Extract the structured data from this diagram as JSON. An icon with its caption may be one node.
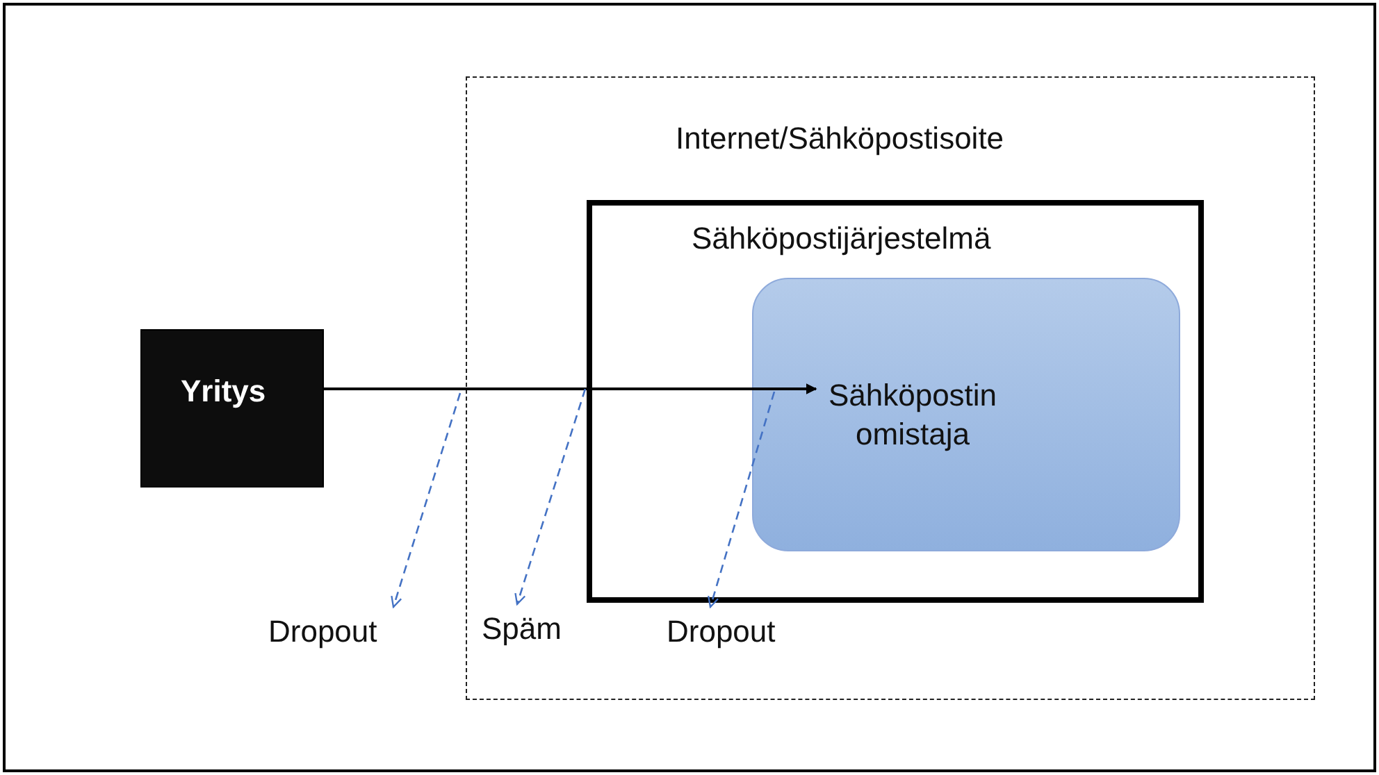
{
  "diagram": {
    "nodes": [
      {
        "text": [
          "Internet/Sähköpostisoite"
        ]
      },
      {
        "text": [
          "Sähköpostijärjestelmä"
        ],
        "in": 0
      },
      {
        "text": [
          "Sähköpostin omistaja"
        ],
        "in": 1
      },
      {
        "text": [
          "Yritys"
        ]
      },
      {
        "text": [
          "Dropout"
        ]
      },
      {
        "text": [
          "Späm"
        ],
        "in": 0
      },
      {
        "text": [
          "Dropout"
        ],
        "in": 0
      }
    ],
    "edges": [
      {
        "from": 3,
        "to": 2,
        "arrow": "to",
        "color": "#000000"
      },
      {
        "from": 0,
        "to": 4,
        "arrow": "to",
        "style": "dashed",
        "color": "#4472c4"
      },
      {
        "from": 1,
        "to": 5,
        "arrow": "to",
        "style": "dashed",
        "color": "#4472c4"
      },
      {
        "from": 2,
        "to": 6,
        "arrow": "to",
        "style": "dashed",
        "color": "#4472c4"
      }
    ]
  }
}
